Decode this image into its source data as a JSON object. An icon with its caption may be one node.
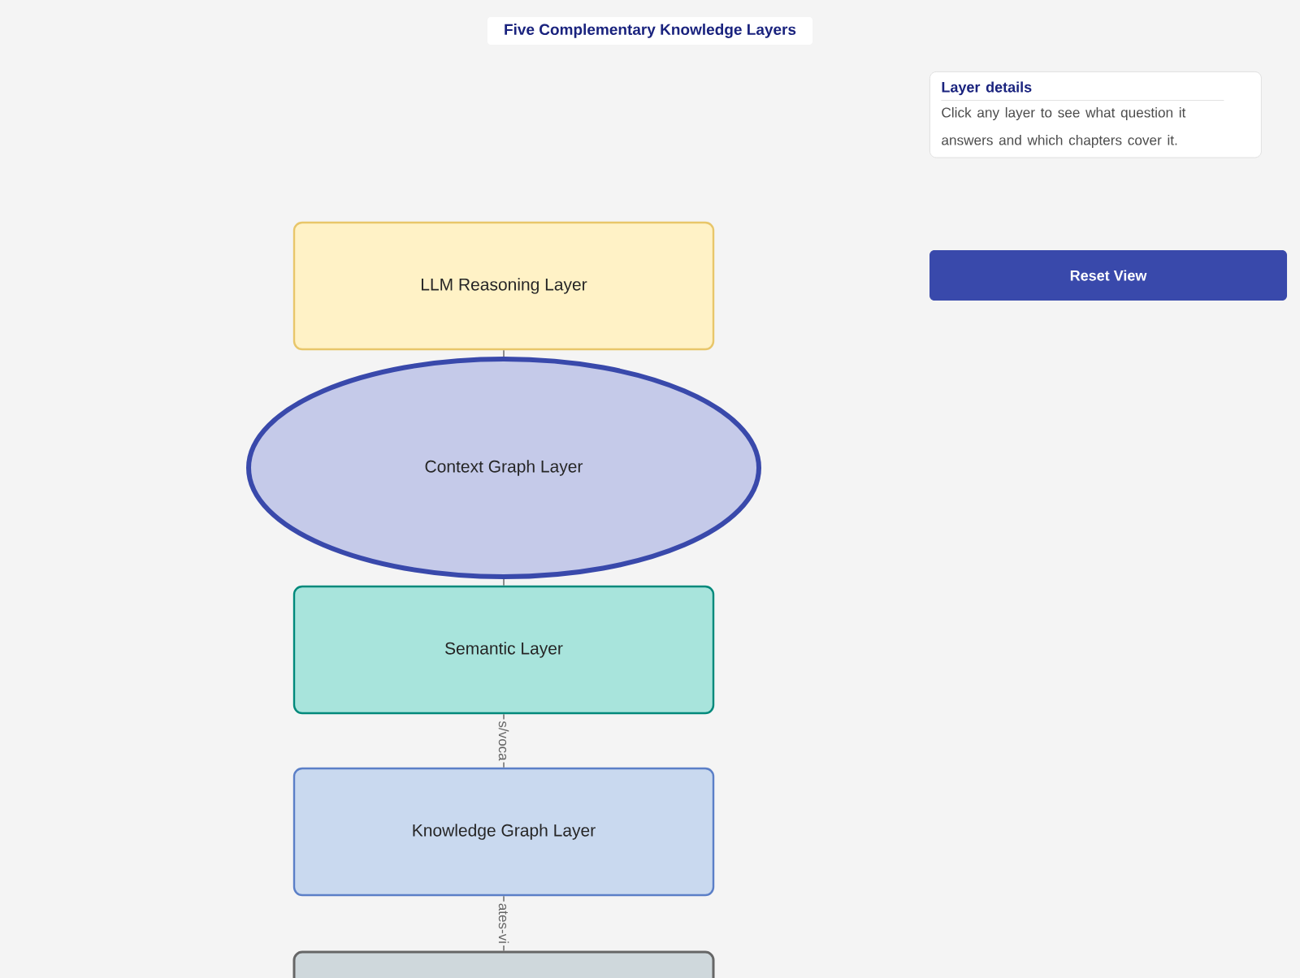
{
  "diagram": {
    "title": "Five Complementary Knowledge Layers",
    "nodes": [
      {
        "text": [
          "LLM Reasoning Layer"
        ]
      },
      {
        "text": [
          "Context Graph Layer"
        ]
      },
      {
        "text": [
          "Semantic Layer"
        ]
      },
      {
        "text": [
          "Knowledge Graph Layer"
        ]
      },
      {
        "text": [],
        "shape": "box"
      },
      {
        "text": [
          "Layer details",
          "Click any layer to see what question it answers and which chapters cover it."
        ]
      },
      {
        "text": [
          "Reset View"
        ]
      }
    ],
    "edges": [
      {
        "from": 0,
        "to": 1,
        "arrow": "none"
      },
      {
        "from": 1,
        "to": 2,
        "arrow": "none"
      },
      {
        "from": 2,
        "to": 3,
        "arrow": "none",
        "label": "s/voca"
      },
      {
        "from": 3,
        "to": 4,
        "arrow": "none",
        "label": "ates-vi"
      }
    ]
  }
}
